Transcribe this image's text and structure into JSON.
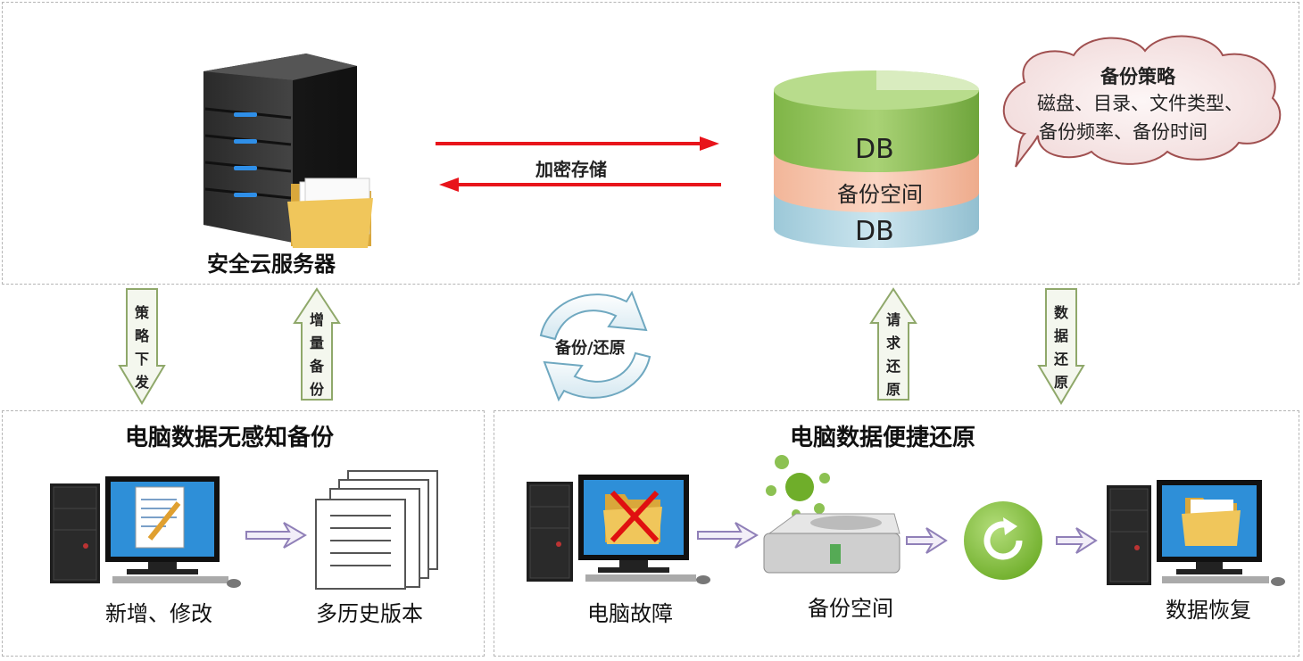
{
  "top": {
    "server_label": "安全云服务器",
    "link_label": "加密存储",
    "db_top": "DB",
    "db_middle": "备份空间",
    "db_bottom": "DB",
    "cloud_title": "备份策略",
    "cloud_line1": "磁盘、目录、文件类型、",
    "cloud_line2": "备份频率、备份时间"
  },
  "middle": {
    "left_down": [
      "策",
      "略",
      "下",
      "发"
    ],
    "left_up": [
      "增",
      "量",
      "备",
      "份"
    ],
    "cycle_label": "备份/还原",
    "right_up": [
      "请",
      "求",
      "还",
      "原"
    ],
    "right_down": [
      "数",
      "据",
      "还",
      "原"
    ]
  },
  "left_panel": {
    "title": "电脑数据无感知备份",
    "pc_caption": "新增、修改",
    "docs_caption": "多历史版本"
  },
  "right_panel": {
    "title": "电脑数据便捷还原",
    "fault_caption": "电脑故障",
    "backup_caption": "备份空间",
    "restore_caption": "数据恢复"
  },
  "colors": {
    "red_arrow": "#e8141b",
    "db_green": "#8cc152",
    "db_pink": "#f6c3aa",
    "db_blue": "#b5d6e2",
    "hollow_green": "#8fa86a"
  }
}
